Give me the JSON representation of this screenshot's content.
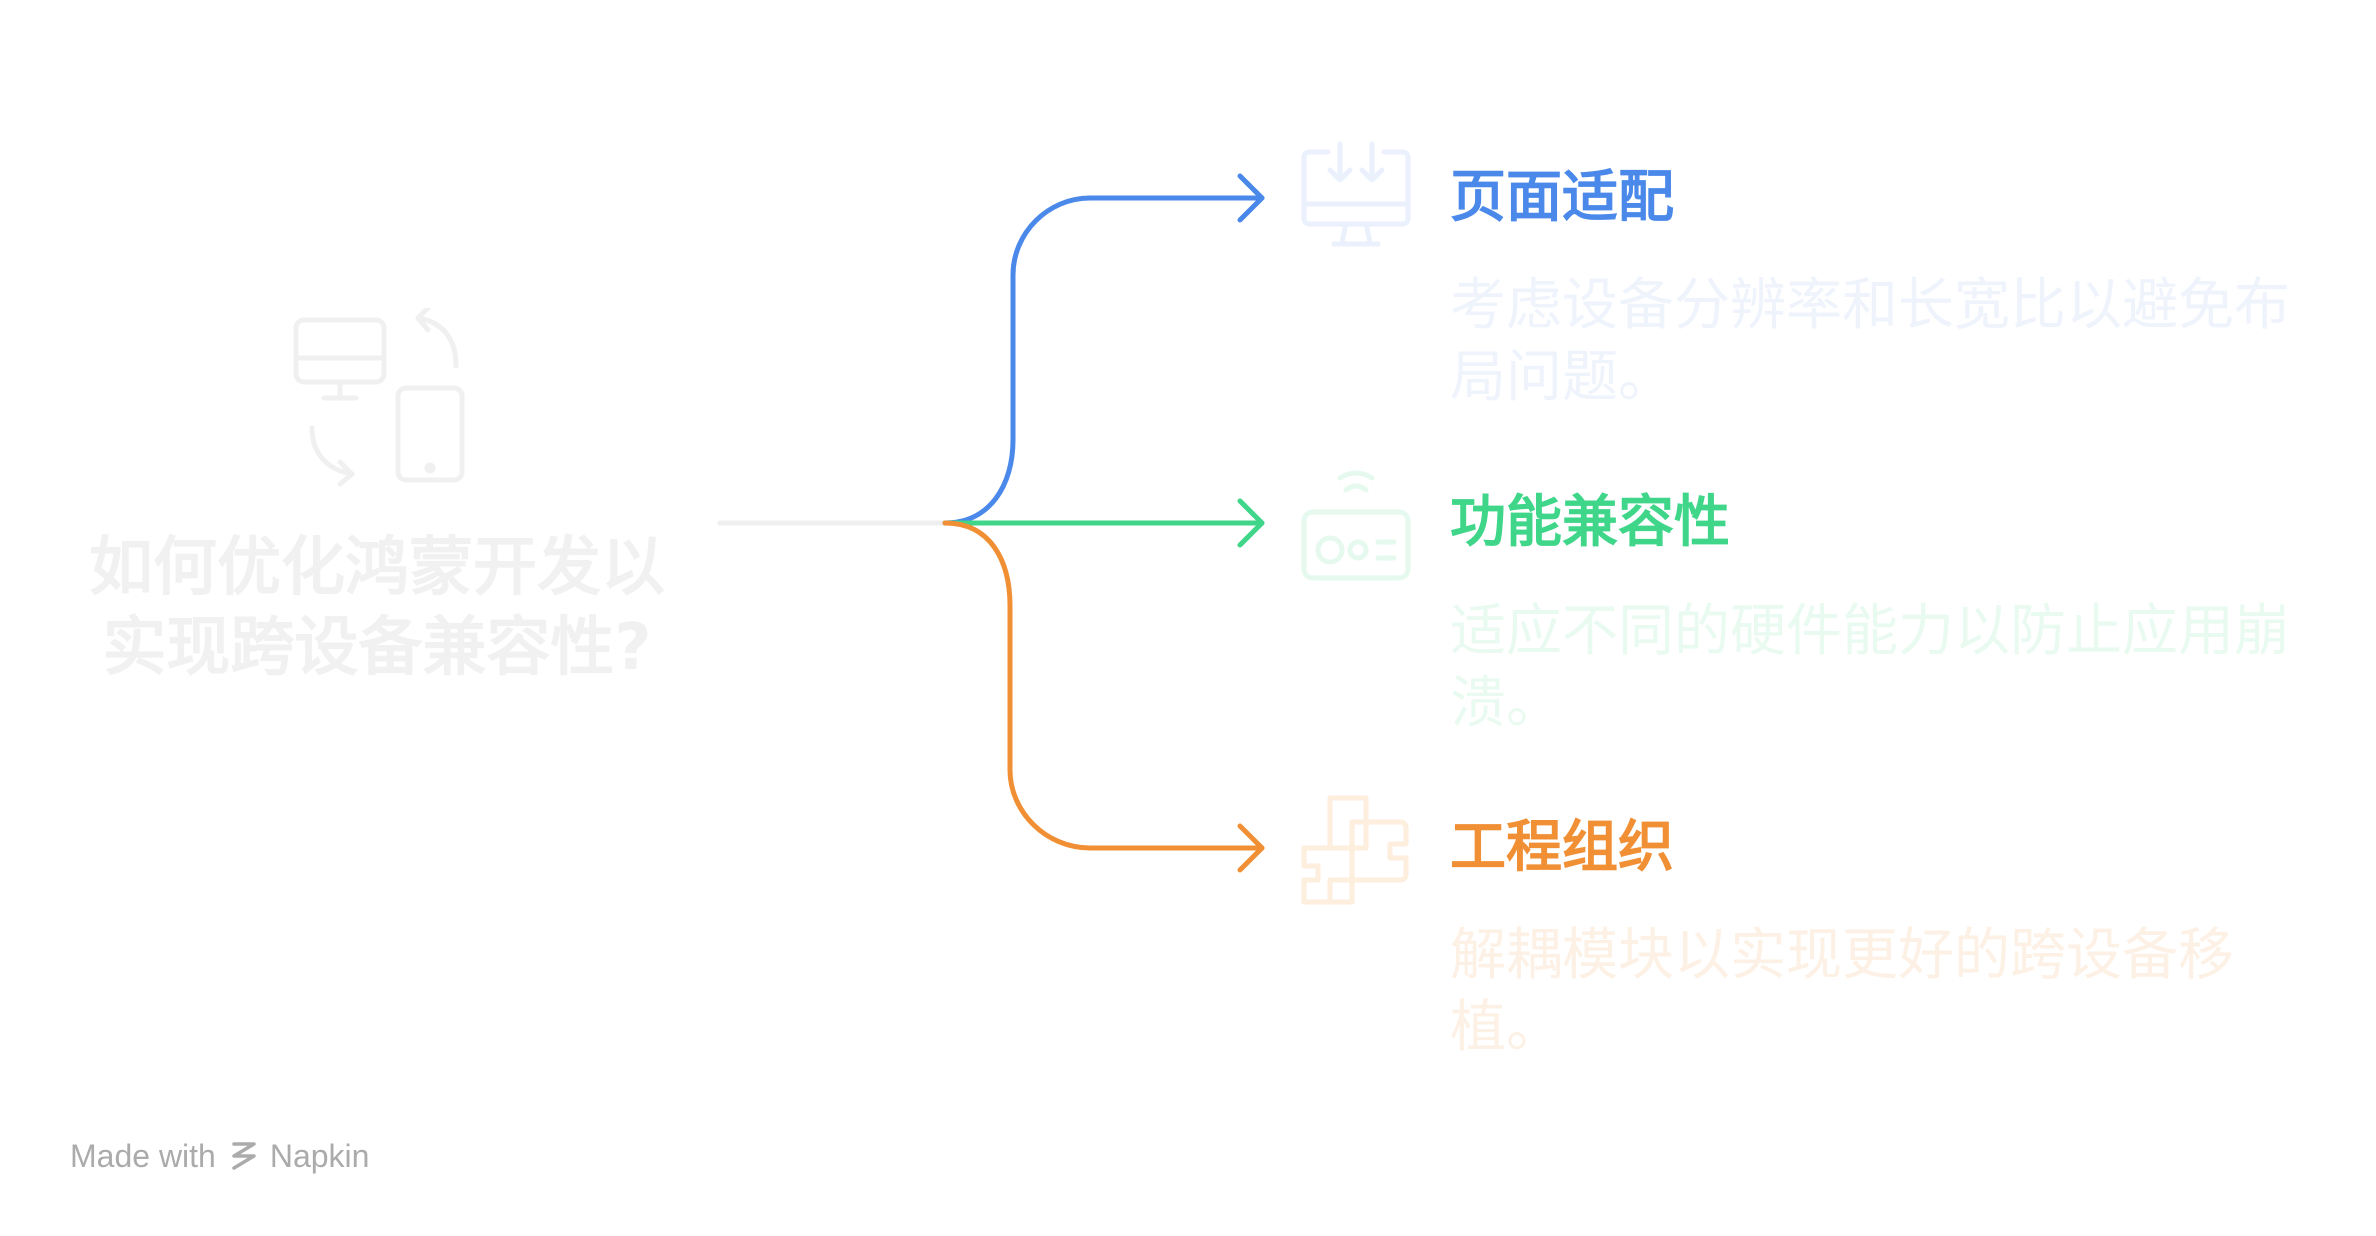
{
  "colors": {
    "blue": "#4a88ea",
    "green": "#3fd68a",
    "orange": "#f18f35",
    "central_text": "#f1f1f1",
    "central_icon": "#f0f0f0",
    "stem": "#efefef",
    "credit": "#ababab"
  },
  "central": {
    "icon": "devices-sync-icon",
    "title": "如何优化鸿蒙开发以实现跨设备兼容性?"
  },
  "branches": [
    {
      "icon": "monitor-download-icon",
      "title": "页面适配",
      "description": "考虑设备分辨率和长宽比以避免布局问题。"
    },
    {
      "icon": "hardware-device-icon",
      "title": "功能兼容性",
      "description": "适应不同的硬件能力以防止应用崩溃。"
    },
    {
      "icon": "puzzle-modules-icon",
      "title": "工程组织",
      "description": "解耦模块以实现更好的跨设备移植。"
    }
  ],
  "credit": {
    "prefix": "Made with",
    "brand": "Napkin",
    "icon": "napkin-logo-icon"
  }
}
